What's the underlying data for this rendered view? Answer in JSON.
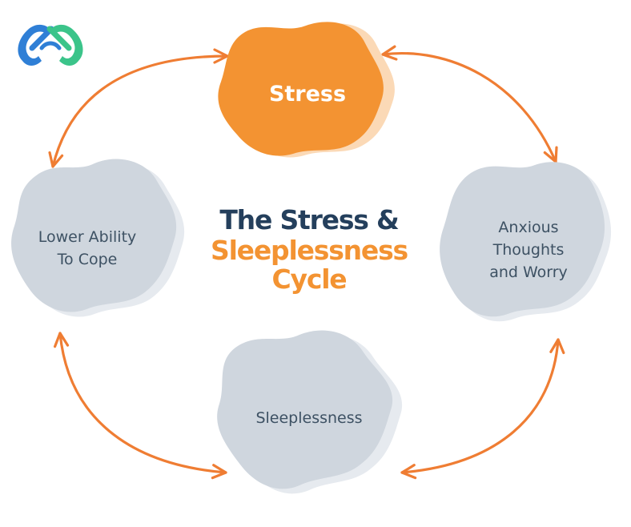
{
  "title": {
    "line1": "The Stress &",
    "line2": "Sleeplessness",
    "line3": "Cycle"
  },
  "nodes": {
    "stress": "Stress",
    "anxious": [
      "Anxious",
      "Thoughts",
      "and Worry"
    ],
    "sleeplessness": "Sleeplessness",
    "lower_ability": [
      "Lower Ability",
      "To Cope"
    ]
  },
  "colors": {
    "orange": "#f39332",
    "orange_back": "#fbd9b6",
    "grey_blob": "#cfd6de",
    "grey_back": "#e6eaef",
    "navy": "#243f5c",
    "text": "#3d5163",
    "arrow": "#ef7d33",
    "logo_blue": "#2f7fd6",
    "logo_green": "#3bc48a"
  },
  "icons": {
    "logo": "linked-capsules-logo-icon",
    "cycle_arrows": "curved-arrow-icon"
  }
}
